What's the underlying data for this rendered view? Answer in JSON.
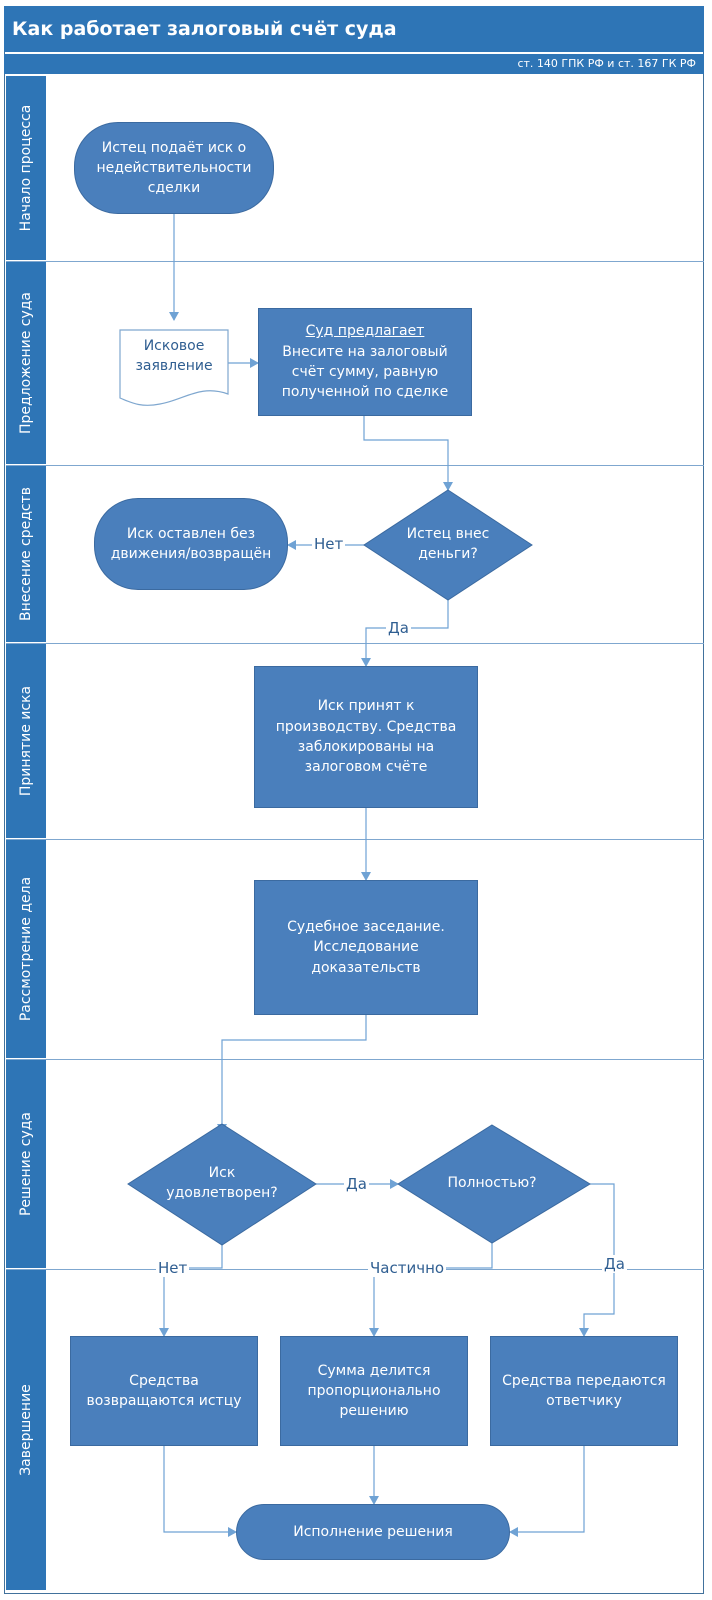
{
  "title": "Как работает залоговый счёт суда",
  "subtitle": "ст. 140 ГПК РФ и ст. 167 ГК РФ",
  "lanes": [
    "Начало процесса",
    "Предложение суда",
    "Внесение средств",
    "Принятие иска",
    "Рассмотрение дела",
    "Решение суда",
    "Завершение"
  ],
  "nodes": {
    "start": "Истец подаёт иск о недействительности сделки",
    "claim_doc": "Исковое заявление",
    "court_offer_heading": "Суд предлагает",
    "court_offer_body": "Внесите на залоговый счёт сумму, равную полученной по сделке",
    "paid_decision": "Истец внес деньги?",
    "claim_left": "Иск оставлен без движения/возвращён",
    "accepted": "Иск принят к производству. Средства заблокированы на залоговом счёте",
    "hearing": "Судебное заседание. Исследование доказательств",
    "satisfied_decision": "Иск удовлетворен?",
    "fully_decision": "Полностью?",
    "returned": "Средства возвращаются истцу",
    "split": "Сумма делится пропорционально решению",
    "to_defendant": "Средства передаются ответчику",
    "execution": "Исполнение решения"
  },
  "edge_labels": {
    "paid_no": "Нет",
    "paid_yes": "Да",
    "satisfied_yes": "Да",
    "satisfied_no": "Нет",
    "partial": "Частично",
    "fully_yes": "Да"
  },
  "colors": {
    "accent": "#2e75b6",
    "shape_fill": "#4a7fbc",
    "connector": "#6fa2d4"
  }
}
